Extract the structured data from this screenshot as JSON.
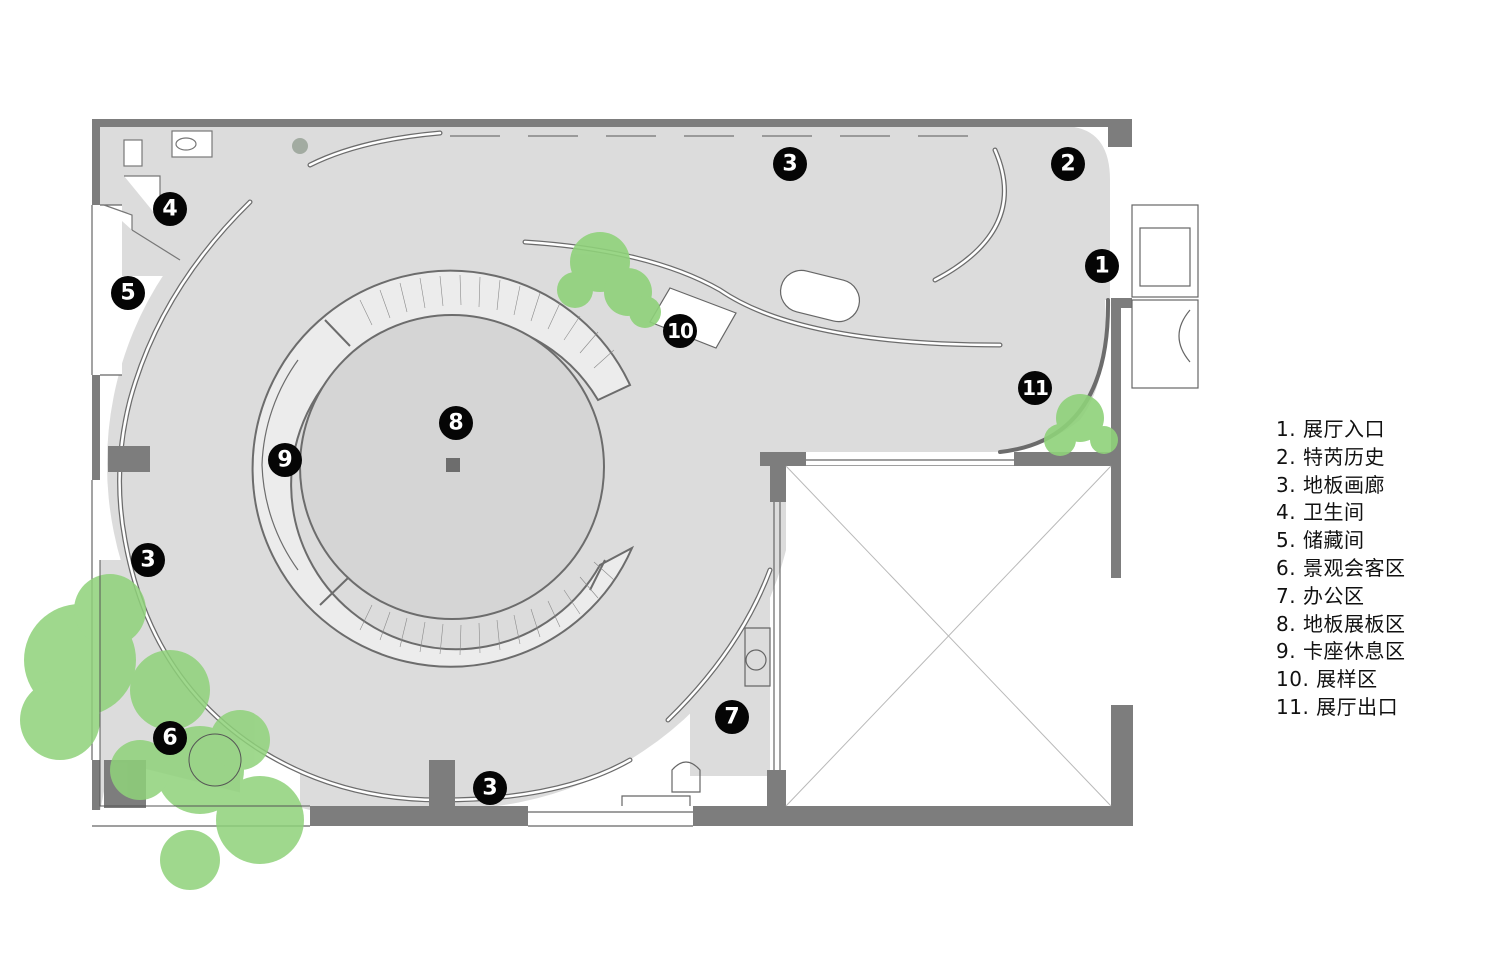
{
  "markers": [
    {
      "id": "m1",
      "label": "1"
    },
    {
      "id": "m2",
      "label": "2"
    },
    {
      "id": "m3a",
      "label": "3"
    },
    {
      "id": "m3b",
      "label": "3"
    },
    {
      "id": "m3c",
      "label": "3"
    },
    {
      "id": "m4",
      "label": "4"
    },
    {
      "id": "m5",
      "label": "5"
    },
    {
      "id": "m6",
      "label": "6"
    },
    {
      "id": "m7",
      "label": "7"
    },
    {
      "id": "m8",
      "label": "8"
    },
    {
      "id": "m9",
      "label": "9"
    },
    {
      "id": "m10",
      "label": "10"
    },
    {
      "id": "m11",
      "label": "11"
    }
  ],
  "legend": [
    "1. 展厅入口",
    "2. 特芮历史",
    "3. 地板画廊",
    "4. 卫生间",
    "5. 储藏间",
    "6. 景观会客区",
    "7. 办公区",
    "8. 地板展板区",
    "9. 卡座休息区",
    "10. 展样区",
    "11. 展厅出口"
  ],
  "colors": {
    "wall": "#7d7d7d",
    "floor": "#dcdcdc",
    "marker": "#050505",
    "greenery": "#8fd27a",
    "line": "#555555"
  }
}
